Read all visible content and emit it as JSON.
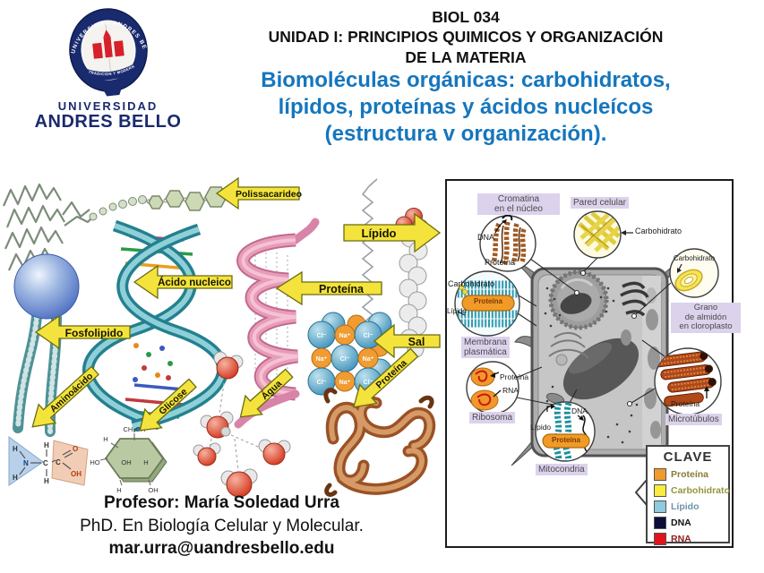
{
  "logo": {
    "seal_arc_top": "UNIVERSIDAD ANDRES BELLO",
    "seal_arc_bottom": "TRADICION Y MODERNIDAD",
    "wordmark_line1": "UNIVERSIDAD",
    "wordmark_line2": "ANDRES BELLO",
    "navy": "#1a2a6e",
    "red": "#d6202a"
  },
  "header": {
    "course_code": "BIOL 034",
    "unit_line1": "UNIDAD I: PRINCIPIOS QUIMICOS Y ORGANIZACIÓN",
    "unit_line2": "DE LA MATERIA",
    "subtitle_line1": "Biomoléculas orgánicas: carbohidratos,",
    "subtitle_line2": "lípidos, proteínas y ácidos nucleícos",
    "subtitle_line3": "(estructura v organización).",
    "subtitle_color": "#1576bd"
  },
  "molecules": {
    "polissacarideo": "Polissacarideo",
    "lipido": "Lípido",
    "acido_nucleico": "Ácido nucleico",
    "proteina_helice": "Proteína",
    "fosfolipido": "Fosfolipido",
    "sal": "Sal",
    "aminoacido": "Aminoácido",
    "glicose": "Glicose",
    "agua": "Água",
    "proteina_plegada": "Proteína"
  },
  "chem": {
    "salt_ions": [
      "Cl⁻",
      "Na⁺",
      "Cl⁻",
      "Na⁺",
      "Cl⁻",
      "Na⁺",
      "Cl⁻",
      "Na⁺",
      "Cl⁻"
    ],
    "glucose": {
      "top": "CH₂OH",
      "h_tl": "H",
      "ho_l": "HO",
      "oh_in": "OH",
      "h_in": "H",
      "h_bl": "H",
      "oh_br": "OH"
    },
    "amino": {
      "h1": "H",
      "n": "N",
      "h2": "H",
      "h3": "H",
      "c1": "C",
      "h4": "H",
      "c2": "C",
      "o": "O",
      "oh": "OH"
    }
  },
  "cell_panel": {
    "cromatina_line1": "Cromatina",
    "cromatina_line2": "en el núcleo",
    "pared_celular": "Pared celular",
    "grano_line1": "Grano",
    "grano_line2": "de almidón",
    "grano_line3": "en cloroplasto",
    "membrana_line1": "Membrana",
    "membrana_line2": "plasmática",
    "ribosoma": "Ribosoma",
    "mitocondria": "Mitocondria",
    "microtubulos": "Microtúbulos",
    "ann": {
      "dna_cromatina": "DNA",
      "proteina_cromatina": "Proteína",
      "carbohidrato_pared": "Carbohidrato",
      "carbohidrato_membrana": "Carbohidrato",
      "carbohidrato_almidon": "Carbohidrato",
      "lipido_membrana": "Lípido",
      "proteina_membrana": "Proteína",
      "proteina_ribosoma": "Proteína",
      "rna_ribosoma": "RNA",
      "lipido_mitocondria": "Lípido",
      "dna_mitocondria": "DNA",
      "proteina_mitocondria": "Proteína",
      "proteina_microtubulos": "Proteína"
    },
    "legend": {
      "title": "CLAVE",
      "items": [
        {
          "label": "Proteína",
          "swatch": "#f09b2e",
          "text_color": "#8a7a35"
        },
        {
          "label": "Carbohidrato",
          "swatch": "#f8ec3e",
          "text_color": "#95953d"
        },
        {
          "label": "Lípido",
          "swatch": "#8fc9dd",
          "text_color": "#6f93a6"
        },
        {
          "label": "DNA",
          "swatch": "#0d0d3a",
          "text_color": "#111111"
        },
        {
          "label": "RNA",
          "swatch": "#e3131b",
          "text_color": "#8f1d1d"
        }
      ]
    }
  },
  "footer": {
    "line1": "Profesor: María Soledad Urra",
    "line2": "PhD.  En Biología Celular y Molecular.",
    "line3": "mar.urra@uandresbello.edu"
  }
}
